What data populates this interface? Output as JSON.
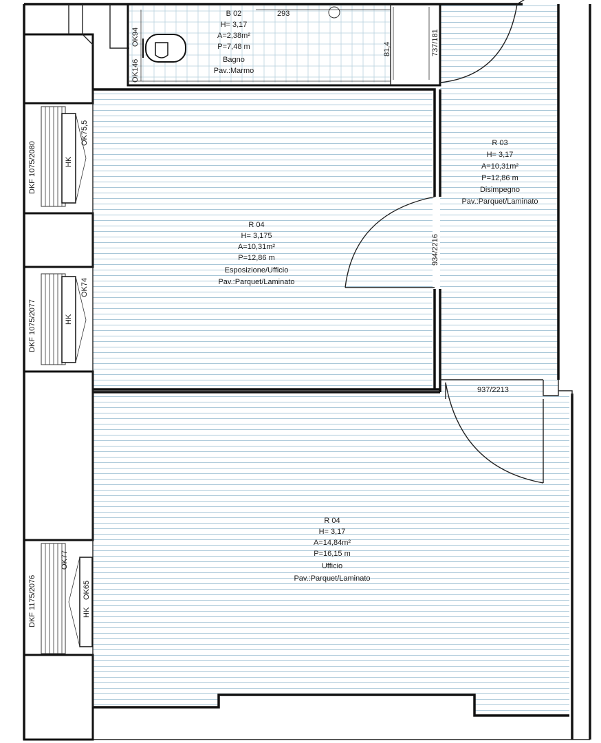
{
  "rooms": {
    "bagno": {
      "code": "B 02",
      "height": "H= 3,17",
      "area": "A=2,38m²",
      "perimeter": "P=7,48 m",
      "use": "Bagno",
      "floor": "Pav.:Marmo"
    },
    "disimpegno": {
      "code": "R 03",
      "height": "H= 3,17",
      "area": "A=10,31m²",
      "perimeter": "P=12,86 m",
      "use": "Disimpegno",
      "floor": "Pav.:Parquet/Laminato"
    },
    "esposizione": {
      "code": "R 04",
      "height": "H= 3,175",
      "area": "A=10,31m²",
      "perimeter": "P=12,86 m",
      "use": "Esposizione/Ufficio",
      "floor": "Pav.:Parquet/Laminato"
    },
    "ufficio": {
      "code": "R 04",
      "height": "H= 3,17",
      "area": "A=14,84m²",
      "perimeter": "P=16,15 m",
      "use": "Ufficio",
      "floor": "Pav.:Parquet/Laminato"
    }
  },
  "dimensions": {
    "bath_width": "293",
    "bath_depth": "81,4",
    "bath_door": "737/181",
    "door_r03_r04": "934/2216",
    "door_ufficio": "937/2213",
    "ok_bath_1": "OK146",
    "ok_bath_2": "OK94"
  },
  "windows": {
    "w1": {
      "dkf": "DKF 1075/2080",
      "ok": "OK75,5",
      "hk": "HK"
    },
    "w2": {
      "dkf": "DKF 1075/2077",
      "ok": "OK74",
      "hk": "HK"
    },
    "w3": {
      "dkf": "DKF 1175/2076",
      "ok": "OK77",
      "hk": "HK",
      "ok2": "OK65"
    }
  },
  "colors": {
    "hatch": "#a9c7d8",
    "wall": "#111111"
  }
}
